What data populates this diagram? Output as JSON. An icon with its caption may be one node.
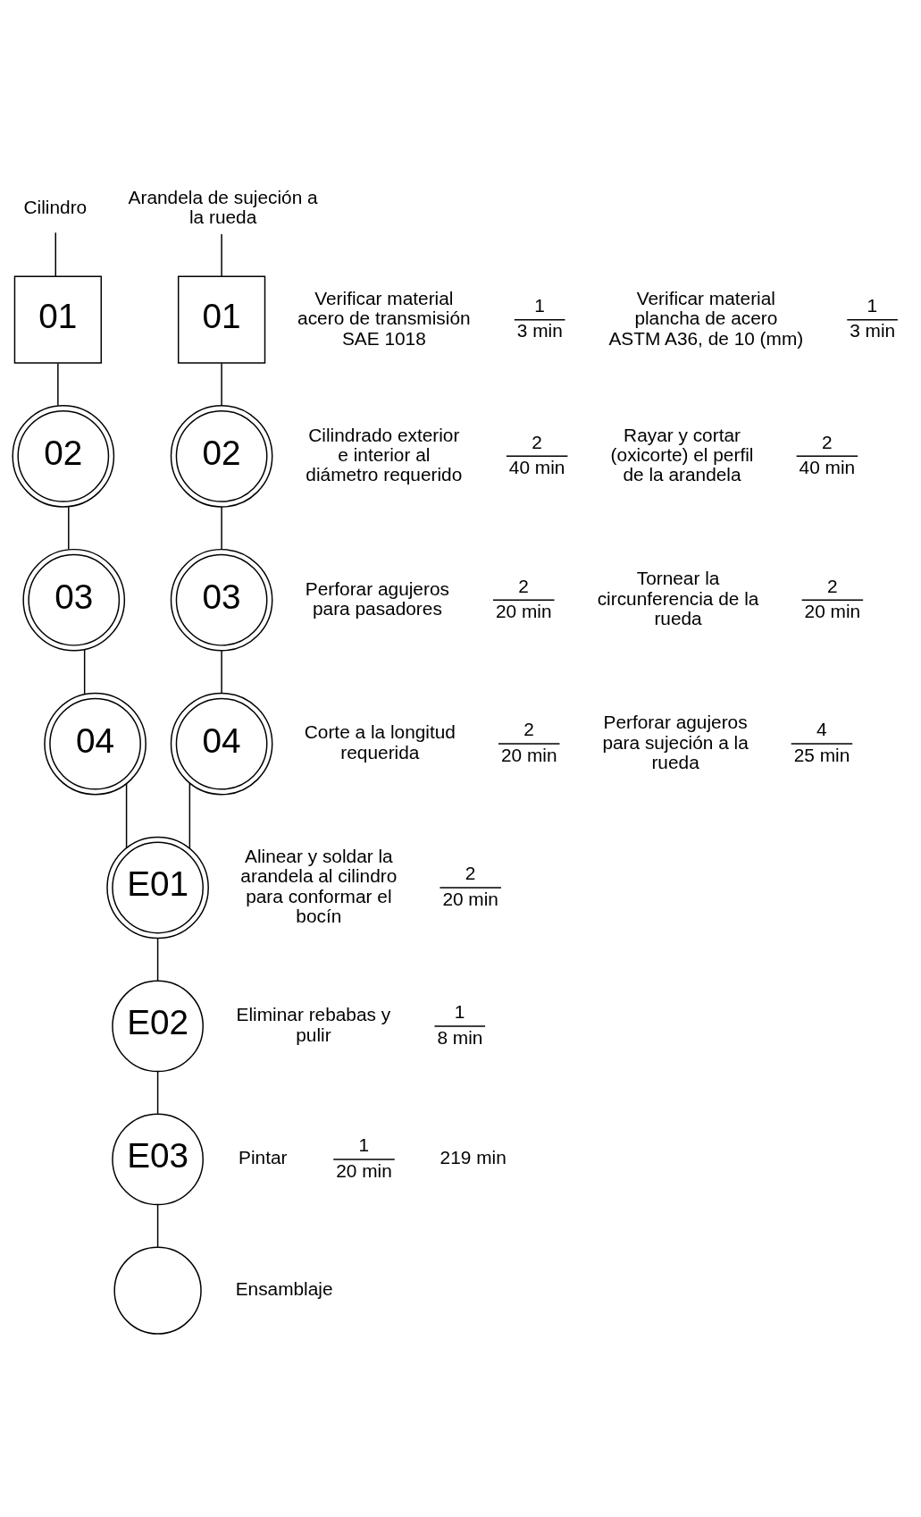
{
  "diagram": {
    "nodes": [
      {
        "text": [
          "Cilindro"
        ]
      },
      {
        "text": [
          "01"
        ],
        "beside": [
          "Verificar material acero de transmisión SAE 1018",
          "1",
          "3 min"
        ]
      },
      {
        "text": [
          "02"
        ],
        "beside": [
          "Cilindrado exterior e interior al diámetro requerido",
          "2",
          "40 min"
        ]
      },
      {
        "text": [
          "03"
        ],
        "beside": [
          "Perforar agujeros para pasadores",
          "2",
          "20 min"
        ]
      },
      {
        "text": [
          "04"
        ],
        "beside": [
          "Corte a la longitud requerida",
          "2",
          "20 min"
        ]
      },
      {
        "text": [
          "Arandela de sujeción a la rueda"
        ]
      },
      {
        "text": [
          "01"
        ],
        "beside": [
          "Verificar material plancha de acero ASTM A36, de 10 (mm)",
          "1",
          "3 min"
        ]
      },
      {
        "text": [
          "02"
        ],
        "beside": [
          "Rayar y cortar (oxicorte) el perfil de la arandela",
          "2",
          "40 min"
        ]
      },
      {
        "text": [
          "03"
        ],
        "beside": [
          "Tornear la circunferencia de la rueda",
          "2",
          "20 min"
        ]
      },
      {
        "text": [
          "04"
        ],
        "beside": [
          "Perforar agujeros para sujeción a la rueda",
          "4",
          "25 min"
        ]
      },
      {
        "text": [
          "E01"
        ],
        "beside": [
          "Alinear y soldar la arandela al cilindro para conformar el bocín",
          "2",
          "20 min"
        ]
      },
      {
        "text": [
          "E02"
        ],
        "beside": [
          "Eliminar rebabas y pulir",
          "1",
          "8 min"
        ]
      },
      {
        "text": [
          "E03"
        ],
        "beside": [
          "Pintar",
          "1",
          "20 min"
        ]
      },
      {
        "text": [],
        "shape": "circle",
        "beside": [
          "Ensamblaje"
        ]
      }
    ],
    "edges": [
      {
        "from": 0,
        "to": 1,
        "arrow": "none"
      },
      {
        "from": 1,
        "to": 2,
        "arrow": "none"
      },
      {
        "from": 2,
        "to": 3,
        "arrow": "none"
      },
      {
        "from": 3,
        "to": 4,
        "arrow": "none"
      },
      {
        "from": 4,
        "to": 10,
        "arrow": "none"
      },
      {
        "from": 5,
        "to": 6,
        "arrow": "none"
      },
      {
        "from": 6,
        "to": 7,
        "arrow": "none"
      },
      {
        "from": 7,
        "to": 8,
        "arrow": "none"
      },
      {
        "from": 8,
        "to": 9,
        "arrow": "none"
      },
      {
        "from": 9,
        "to": 10,
        "arrow": "none"
      },
      {
        "from": 10,
        "to": 11,
        "arrow": "none"
      },
      {
        "from": 11,
        "to": 12,
        "arrow": "none"
      },
      {
        "from": 12,
        "to": 13,
        "arrow": "none"
      }
    ],
    "labels": [
      "219 min"
    ]
  }
}
